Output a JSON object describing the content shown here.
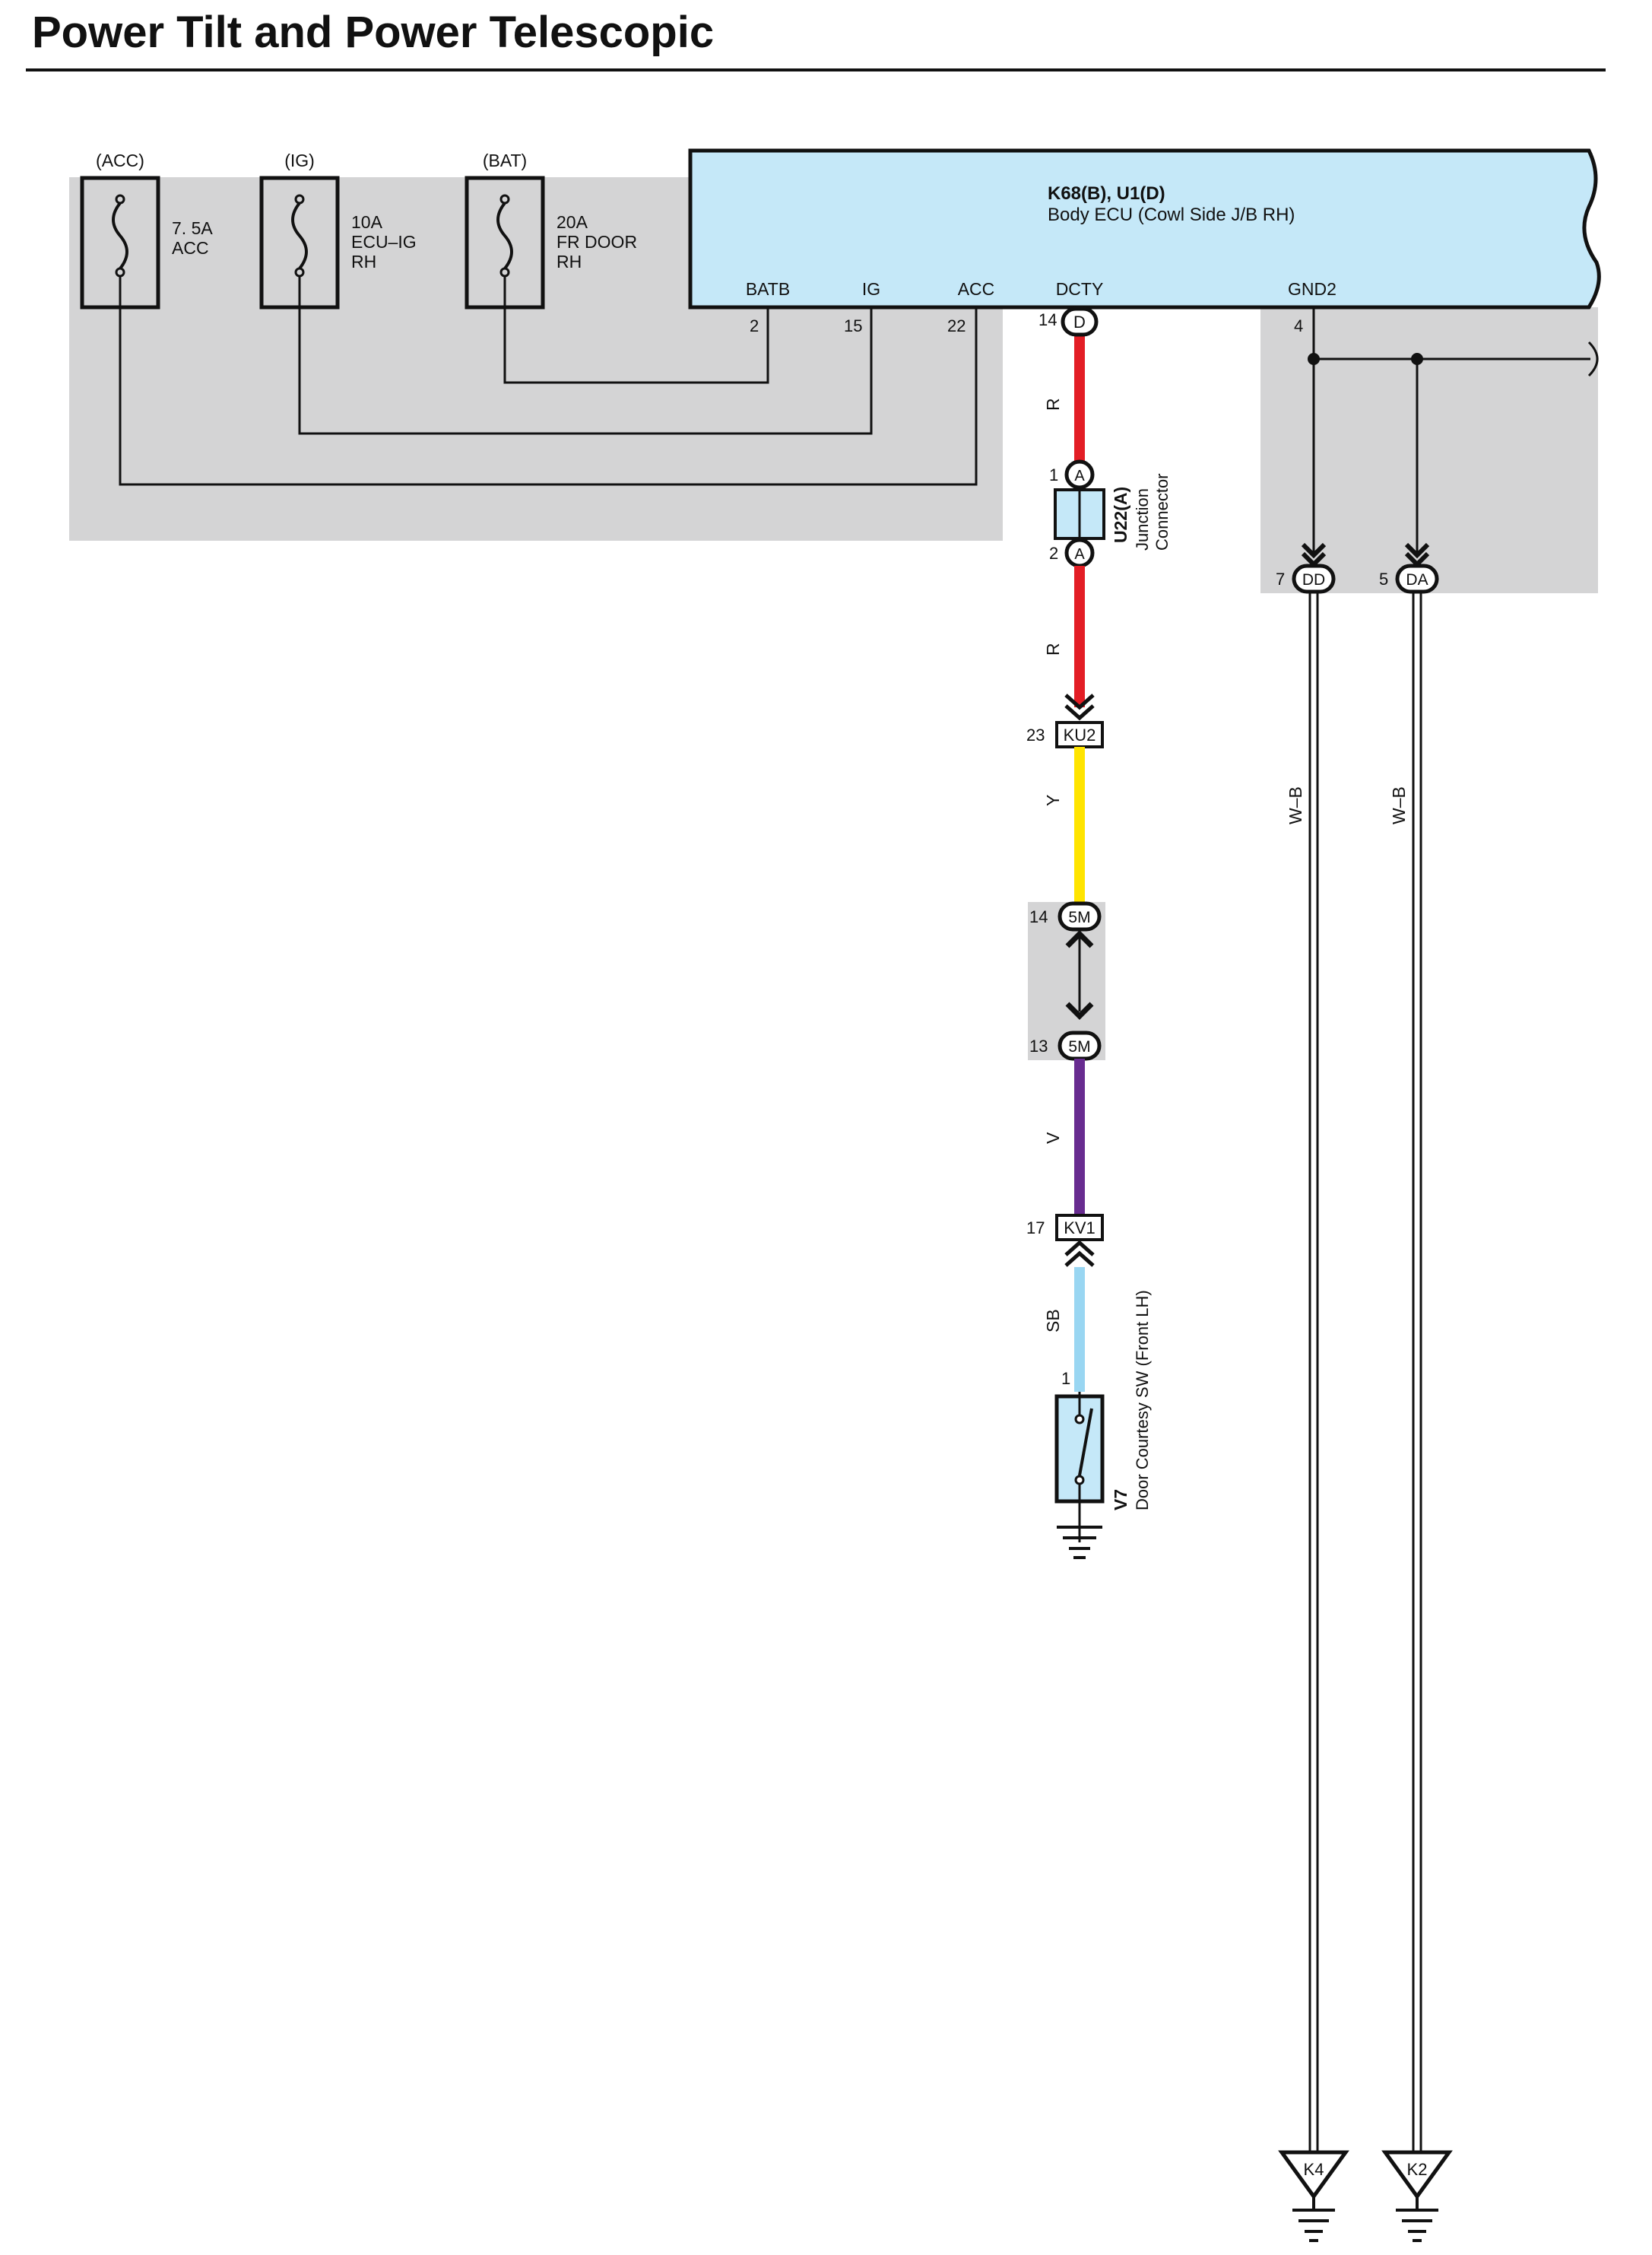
{
  "title": "Power Tilt and Power Telescopic",
  "fuses": [
    {
      "source": "(ACC)",
      "rating": "7. 5A",
      "name1": "ACC",
      "name2": ""
    },
    {
      "source": "(IG)",
      "rating": "10A",
      "name1": "ECU–IG",
      "name2": "RH"
    },
    {
      "source": "(BAT)",
      "rating": "20A",
      "name1": "FR DOOR",
      "name2": "RH"
    }
  ],
  "ecu": {
    "code": "K68(B), U1(D)",
    "name": "Body ECU (Cowl Side J/B RH)",
    "terminals": [
      {
        "label": "BATB",
        "pin": "2"
      },
      {
        "label": "IG",
        "pin": "15"
      },
      {
        "label": "ACC",
        "pin": "22"
      },
      {
        "label": "DCTY",
        "pin": "14",
        "conn": "D"
      },
      {
        "label": "GND2",
        "pin": "4"
      }
    ]
  },
  "junction": {
    "code": "U22(A)",
    "name1": "Junction",
    "name2": "Connector",
    "pin_in": "1",
    "pin_out": "2",
    "conn": "A"
  },
  "connectors": {
    "ku2": {
      "pin": "23",
      "name": "KU2"
    },
    "m5_top": {
      "pin": "14",
      "name": "5M"
    },
    "m5_bottom": {
      "pin": "13",
      "name": "5M"
    },
    "kv1": {
      "pin": "17",
      "name": "KV1"
    },
    "dd": {
      "pin": "7",
      "name": "DD"
    },
    "da": {
      "pin": "5",
      "name": "DA"
    }
  },
  "wire_colors": {
    "r1": "R",
    "r2": "R",
    "y": "Y",
    "v": "V",
    "sb": "SB",
    "wb1": "W–B",
    "wb2": "W–B"
  },
  "switch": {
    "pin": "1",
    "code": "V7",
    "name": "Door Courtesy SW (Front LH)"
  },
  "grounds": {
    "k4": "K4",
    "k2": "K2"
  },
  "colors": {
    "ecu_fill": "#c5e8f8",
    "shade": "#d4d4d5",
    "red_wire": "#e31e25",
    "yellow_wire": "#ffe400",
    "violet_wire": "#682c90",
    "skyblue_wire": "#99d6f2"
  }
}
